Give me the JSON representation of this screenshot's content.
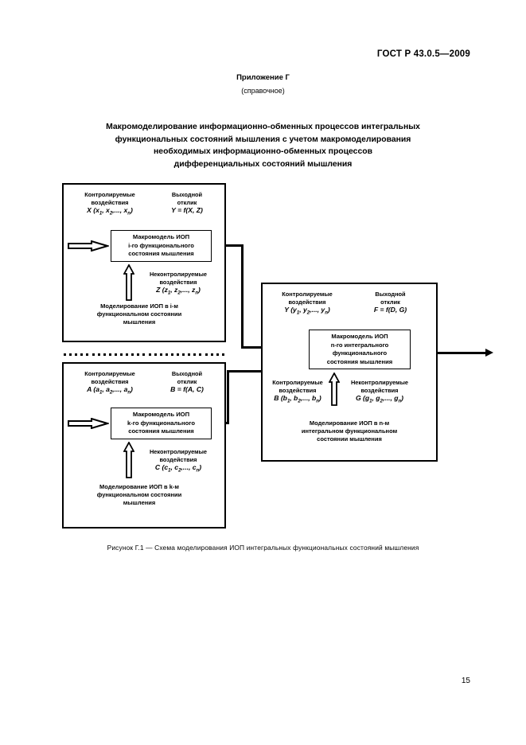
{
  "header": {
    "standard_number": "ГОСТ Р 43.0.5—2009",
    "annex_label": "Приложение Г",
    "annex_kind": "(справочное)"
  },
  "title": {
    "line1": "Макромоделирование информационно-обменных процессов интегральных",
    "line2": "функциональных состояний мышления с учетом макромоделирования",
    "line3": "необходимых информационно-обменных процессов",
    "line4": "дифференциальных состояний мышления"
  },
  "figure": {
    "block_top": {
      "controlled_label_l1": "Контролируемые",
      "controlled_label_l2": "воздействия",
      "controlled_formula": "X (x1, x2,..., xn)",
      "output_label_l1": "Выходной",
      "output_label_l2": "отклик",
      "output_formula": "Y = f(X, Z)",
      "box_l1": "Макромодель ИОП",
      "box_l2": "i-го функционального",
      "box_l3": "состояния мышления",
      "uncontrolled_label_l1": "Неконтролируемые",
      "uncontrolled_label_l2": "воздействия",
      "uncontrolled_formula": "Z (z1, z2,..., zn)",
      "note_l1": "Моделирование ИОП в i-м",
      "note_l2": "функциональном состоянии",
      "note_l3": "мышления"
    },
    "block_bottom": {
      "controlled_label_l1": "Контролируемые",
      "controlled_label_l2": "воздействия",
      "controlled_formula": "A (a1, a2,..., an)",
      "output_label_l1": "Выходной",
      "output_label_l2": "отклик",
      "output_formula": "B = f(A, C)",
      "box_l1": "Макромодель ИОП",
      "box_l2": "k-го функционального",
      "box_l3": "состояния мышления",
      "uncontrolled_label_l1": "Неконтролируемые",
      "uncontrolled_label_l2": "воздействия",
      "uncontrolled_formula": "C (c1, c2,..., cn)",
      "note_l1": "Моделирование ИОП в k-м",
      "note_l2": "функциональном состоянии",
      "note_l3": "мышления"
    },
    "block_right": {
      "controlled_label_l1": "Контролируемые",
      "controlled_label_l2": "воздействия",
      "controlled_formula": "Y (y1, y2,..., yn)",
      "output_label_l1": "Выходной",
      "output_label_l2": "отклик",
      "output_formula": "F = f(D, G)",
      "box_l1": "Макромодель ИОП",
      "box_l2": "n-го интегрального",
      "box_l3": "функционального",
      "box_l4": "состояния мышления",
      "controlled2_label_l1": "Контролируемые",
      "controlled2_label_l2": "воздействия",
      "controlled2_formula": "B (b1, b2,..., bn)",
      "uncontrolled_label_l1": "Неконтролируемые",
      "uncontrolled_label_l2": "воздействия",
      "uncontrolled_formula": "G (g1, g2,..., gn)",
      "note_l1": "Моделирование ИОП в n-м",
      "note_l2": "интегральном функциональном",
      "note_l3": "состоянии мышления"
    },
    "caption": "Рисунок Г.1 — Схема моделирования ИОП интегральных функциональных состояний мышления"
  },
  "footer": {
    "page_number": "15"
  }
}
